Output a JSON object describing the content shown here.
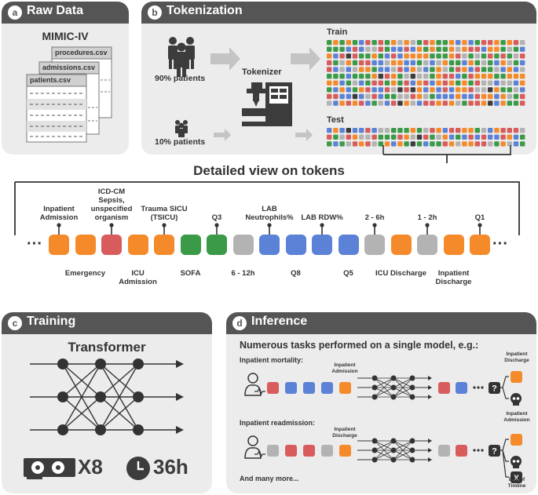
{
  "colors": {
    "orange": "#f58a2a",
    "red": "#d95c5c",
    "green": "#3a9a48",
    "blue": "#5b82d6",
    "gray": "#b3b3b3",
    "dark": "#3c3c3c"
  },
  "panels": {
    "a": {
      "badge": "a",
      "title": "Raw Data"
    },
    "b": {
      "badge": "b",
      "title": "Tokenization"
    },
    "c": {
      "badge": "c",
      "title": "Training"
    },
    "d": {
      "badge": "d",
      "title": "Inference"
    }
  },
  "raw_data": {
    "dataset": "MIMIC-IV",
    "files": [
      "procedures.csv",
      "admissions.csv",
      "patients.csv"
    ]
  },
  "tokenization": {
    "train_label": "Train",
    "test_label": "Test",
    "train_split": "90% patients",
    "test_split": "10% patients",
    "tokenizer_label": "Tokenizer"
  },
  "detailed_view": {
    "title": "Detailed view on tokens",
    "ellipsis": "···",
    "tokens": [
      {
        "color": "orange",
        "label": "Inpatient Admission",
        "pos": "top"
      },
      {
        "color": "orange",
        "label": "Emergency",
        "pos": "bottom"
      },
      {
        "color": "red",
        "label": "ICD-CM Sepsis, unspecified organism",
        "pos": "top"
      },
      {
        "color": "orange",
        "label": "ICU Admission",
        "pos": "bottom"
      },
      {
        "color": "orange",
        "label": "Trauma SICU (TSICU)",
        "pos": "top"
      },
      {
        "color": "green",
        "label": "SOFA",
        "pos": "bottom"
      },
      {
        "color": "green",
        "label": "Q3",
        "pos": "top"
      },
      {
        "color": "gray",
        "label": "6 - 12h",
        "pos": "bottom"
      },
      {
        "color": "blue",
        "label": "LAB Neutrophils%",
        "pos": "top"
      },
      {
        "color": "blue",
        "label": "Q8",
        "pos": "bottom"
      },
      {
        "color": "blue",
        "label": "LAB RDW%",
        "pos": "top"
      },
      {
        "color": "blue",
        "label": "Q5",
        "pos": "bottom"
      },
      {
        "color": "gray",
        "label": "2 - 6h",
        "pos": "top"
      },
      {
        "color": "orange",
        "label": "ICU Discharge",
        "pos": "bottom"
      },
      {
        "color": "gray",
        "label": "1 - 2h",
        "pos": "top"
      },
      {
        "color": "orange",
        "label": "Inpatient Discharge",
        "pos": "bottom"
      },
      {
        "color": "orange",
        "label": "Q1",
        "pos": "top"
      }
    ]
  },
  "training": {
    "model": "Transformer",
    "gpu_count": "X8",
    "duration": "36h"
  },
  "inference": {
    "headline": "Numerous tasks performed on a single model, e.g.:",
    "task1": {
      "title": "Inpatient mortality:",
      "token_label": "Inpatient Admission",
      "out_label": "Inpatient Discharge",
      "sequence": [
        "red",
        "blue",
        "blue",
        "blue",
        "orange"
      ],
      "outputs": [
        "red",
        "blue"
      ]
    },
    "task2": {
      "title": "Inpatient readmission:",
      "token_label": "Inpatient Discharge",
      "out_label": "Inpatient Admission",
      "end_label": "End of Timline",
      "sequence": [
        "gray",
        "red",
        "red",
        "gray",
        "orange"
      ],
      "outputs": [
        "gray",
        "red"
      ]
    },
    "question": "?",
    "x_mark": "X",
    "footer": "And many more..."
  }
}
